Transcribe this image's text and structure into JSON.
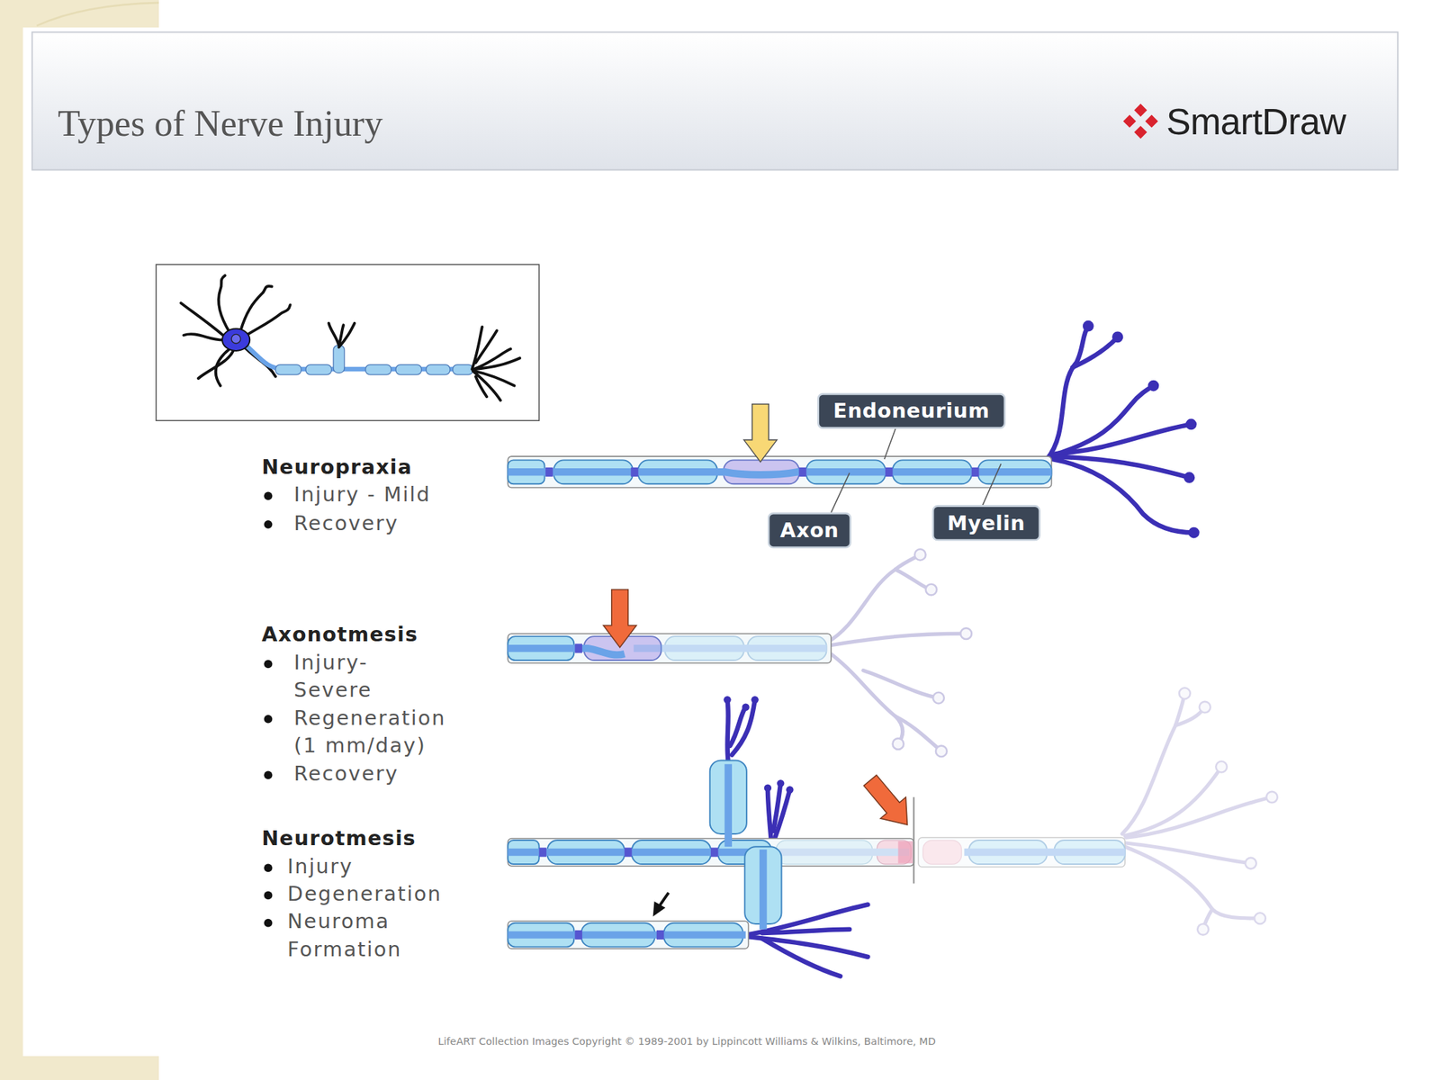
{
  "diagram": {
    "title": "Types of Nerve Injury",
    "nodes": [
      {
        "text": [
          "Endoneurium"
        ]
      },
      {
        "text": [
          "Axon"
        ]
      },
      {
        "text": [
          "Myelin"
        ]
      }
    ],
    "labels": [
      "SmartDraw",
      "Neuropraxia",
      "Injury - Mild",
      "Recovery",
      "Axonotmesis",
      "Injury- Severe",
      "Regeneration (1 mm/day)",
      "Recovery",
      "Neurotmesis",
      "Injury",
      "Degeneration",
      "Neuroma Formation",
      "LifeART Collection Images Copyright © 1989-2001 by Lippincott Williams & Wilkins, Baltimore, MD"
    ]
  }
}
